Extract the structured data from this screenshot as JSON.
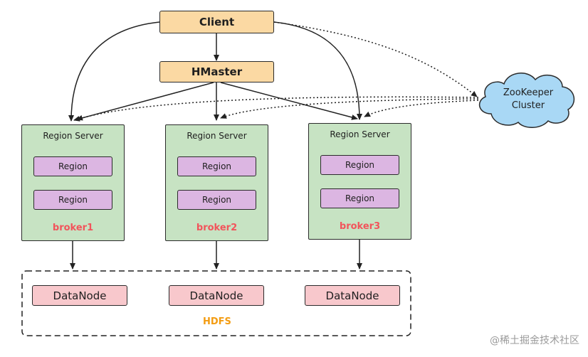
{
  "client": {
    "label": "Client"
  },
  "hmaster": {
    "label": "HMaster"
  },
  "zookeeper": {
    "label": "ZooKeeper\nCluster"
  },
  "region_servers": [
    {
      "title": "Region Server",
      "regions": [
        "Region",
        "Region"
      ],
      "broker": "broker1"
    },
    {
      "title": "Region Server",
      "regions": [
        "Region",
        "Region"
      ],
      "broker": "broker2"
    },
    {
      "title": "Region Server",
      "regions": [
        "Region",
        "Region"
      ],
      "broker": "broker3"
    }
  ],
  "hdfs": {
    "label": "HDFS",
    "datanodes": [
      "DataNode",
      "DataNode",
      "DataNode"
    ]
  },
  "watermark": "@稀土掘金技术社区",
  "colors": {
    "client_fill": "#fbd9a3",
    "server_fill": "#c7e3c3",
    "region_fill": "#dcb6e2",
    "datanode_fill": "#f8c8cc",
    "zookeeper_fill": "#a9d8f5",
    "broker_text": "#f2545b",
    "hdfs_text": "#f39c12"
  }
}
